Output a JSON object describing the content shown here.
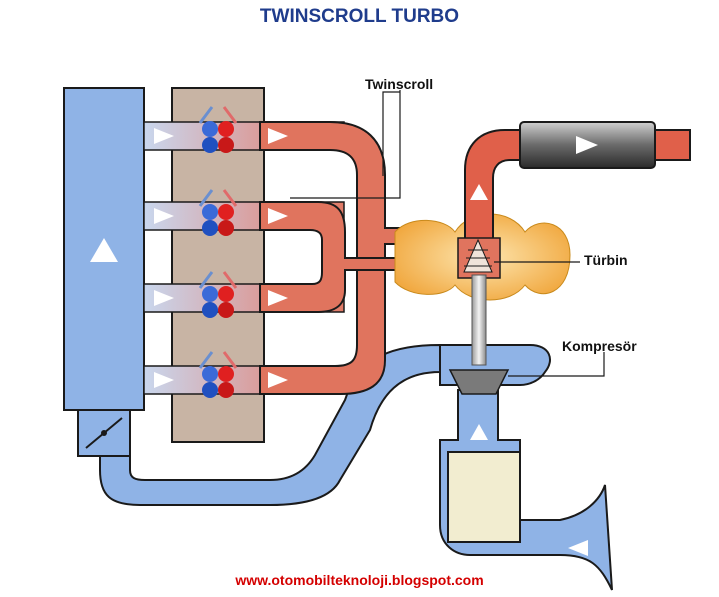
{
  "title": "TWINSCROLL TURBO",
  "labels": {
    "twinscroll": "Twinscroll",
    "turbine": "Türbin",
    "compressor": "Kompresör"
  },
  "footer_url": "www.otomobilteknoloji.blogspot.com",
  "colors": {
    "title": "#1f3c8c",
    "footer": "#d40000",
    "intake_blue": "#8fb3e6",
    "exhaust_red": "#e0604a",
    "engine_block": "#c8b4a4",
    "turbine_housing": "#f3b24a",
    "outline": "#1a1a1a"
  },
  "icons": [
    "flow-arrow-icon",
    "valve-icon",
    "piston-icon",
    "throttle-icon"
  ]
}
